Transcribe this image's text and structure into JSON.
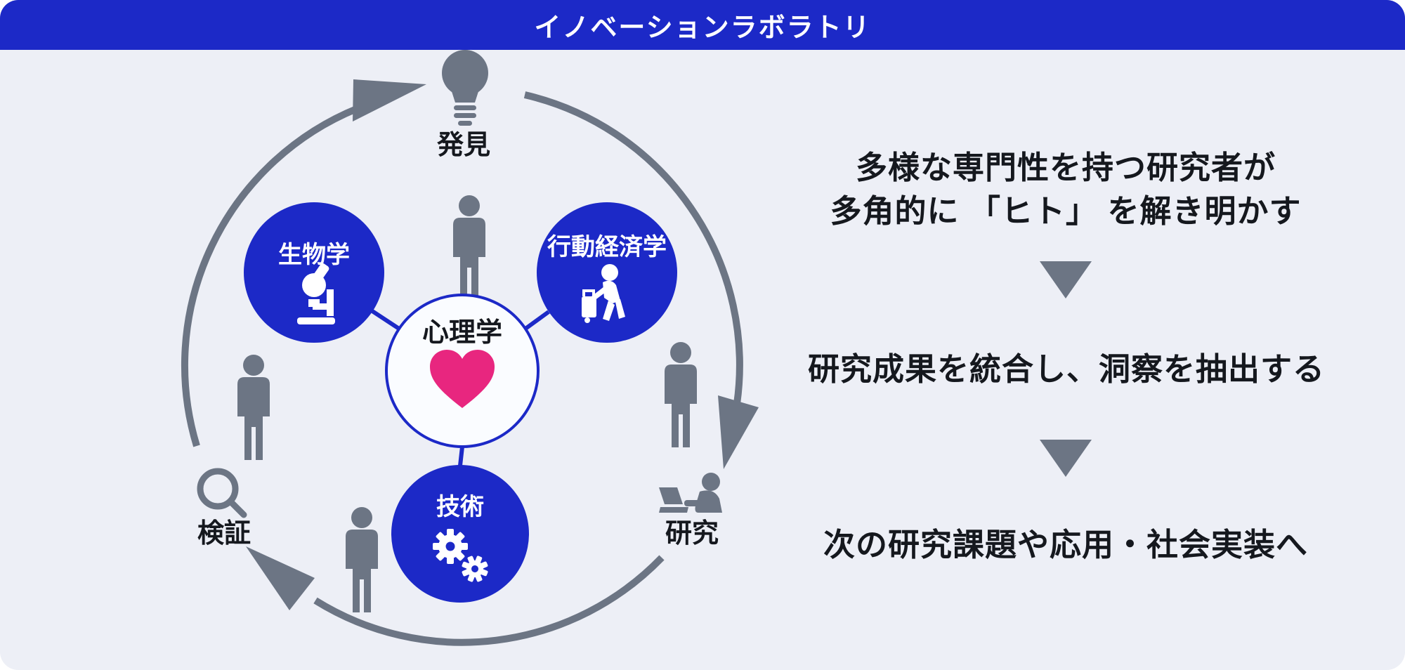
{
  "header": {
    "title": "イノベーションラボラトリ"
  },
  "cycle": {
    "stages": [
      {
        "label": "発見",
        "icon": "lightbulb-icon"
      },
      {
        "label": "研究",
        "icon": "researcher-at-laptop-icon"
      },
      {
        "label": "検証",
        "icon": "magnifier-icon"
      }
    ],
    "center": {
      "label": "心理学",
      "icon": "heart-icon"
    },
    "disciplines": [
      {
        "label": "生物学",
        "icon": "microscope-icon"
      },
      {
        "label": "行動経済学",
        "icon": "traveler-with-luggage-icon"
      },
      {
        "label": "技術",
        "icon": "gears-icon"
      }
    ]
  },
  "process": {
    "steps": [
      {
        "text_lines": [
          "多様な専門性を持つ研究者が",
          "多角的に 「ヒト」 を解き明かす"
        ]
      },
      {
        "text_lines": [
          "研究成果を統合し、洞察を抽出する"
        ]
      },
      {
        "text_lines": [
          "次の研究課題や応用・社会実装へ"
        ]
      }
    ]
  },
  "colors": {
    "primary_blue": "#1c29c7",
    "slate_gray": "#6c7584",
    "heart_pink": "#e8267f",
    "background": "#edeff6",
    "text": "#15181e",
    "circle_text": "#ffffff"
  }
}
